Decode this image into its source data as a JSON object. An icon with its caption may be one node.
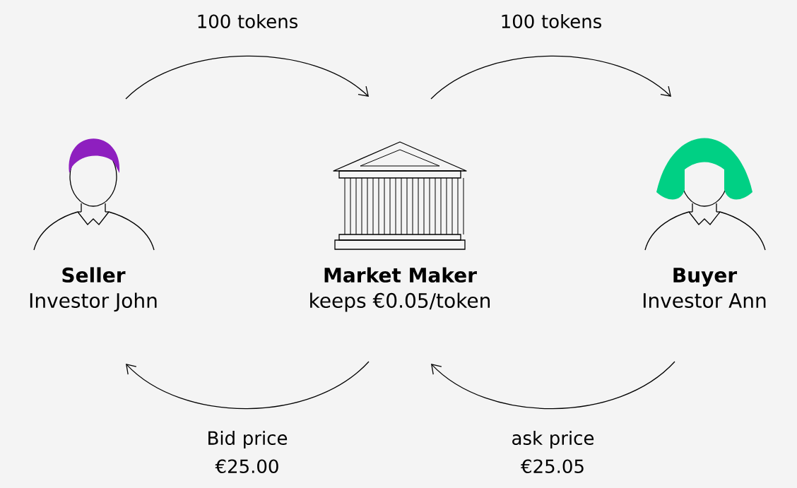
{
  "diagram": {
    "nodes": [
      {
        "text": [
          "Seller",
          "Investor John"
        ]
      },
      {
        "text": [
          "Market Maker",
          "keeps €0.05/token"
        ]
      },
      {
        "text": [
          "Buyer",
          "Investor Ann"
        ]
      }
    ],
    "edges": [
      {
        "from": 0,
        "to": 1,
        "arrow": "to",
        "label": "100 tokens"
      },
      {
        "from": 1,
        "to": 2,
        "arrow": "to",
        "label": "100 tokens"
      },
      {
        "from": 2,
        "to": 1,
        "arrow": "to",
        "label": "ask price €25.05"
      },
      {
        "from": 1,
        "to": 0,
        "arrow": "to",
        "label": "Bid price €25.00"
      }
    ]
  }
}
